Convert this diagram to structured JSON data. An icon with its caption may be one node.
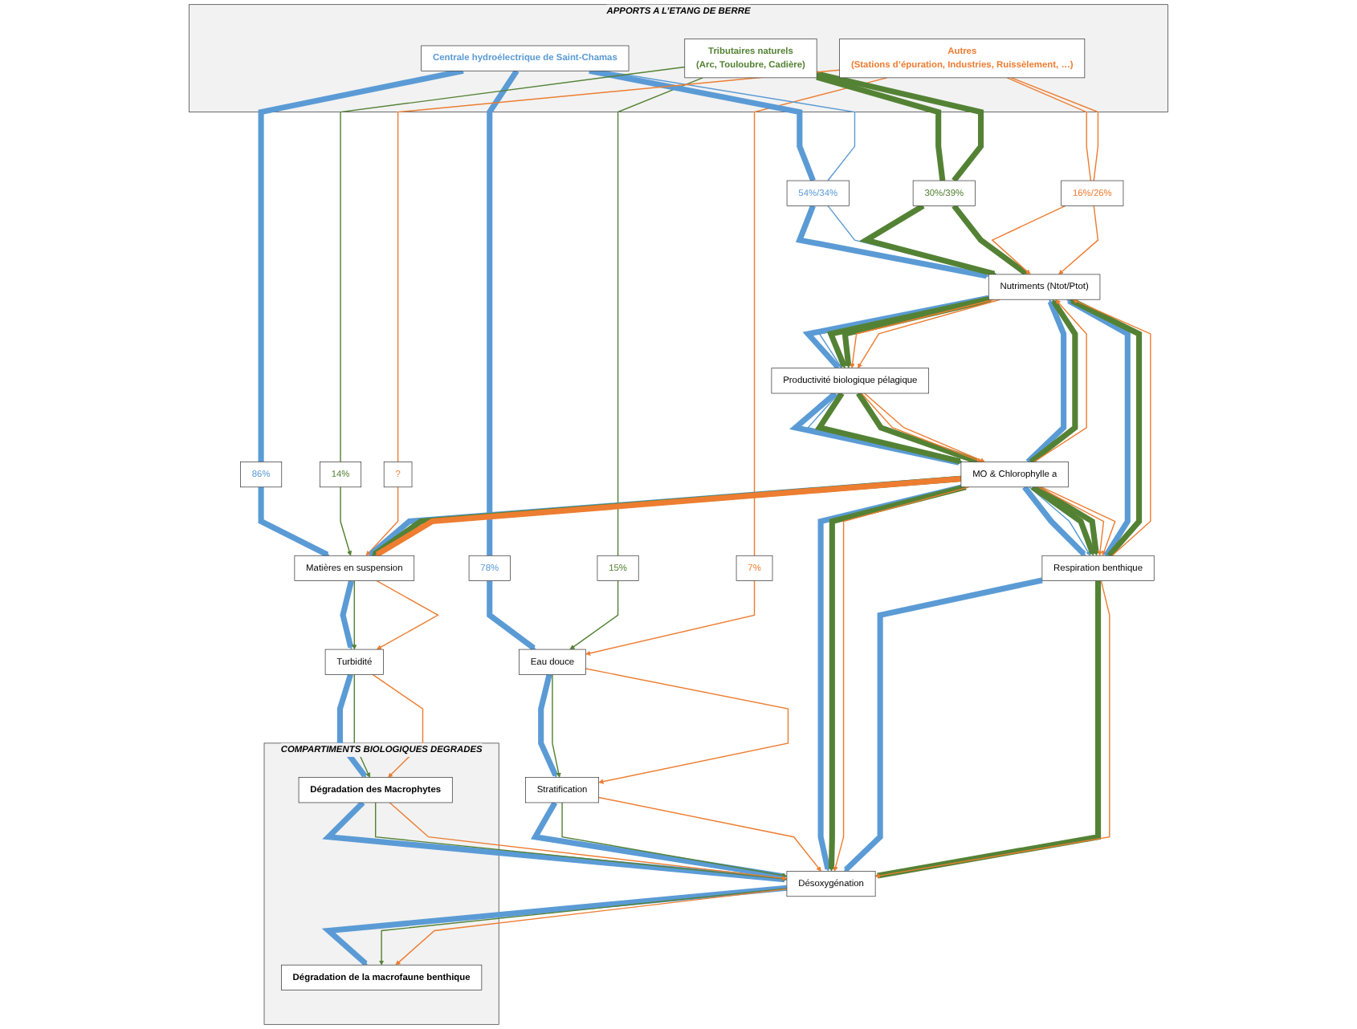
{
  "diagram": {
    "nodes": [
      {
        "text": [
          "APPORTS A L’ETANG DE BERRE"
        ]
      },
      {
        "text": [
          "Centrale hydroélectrique de Saint-Chamas"
        ],
        "in": 0
      },
      {
        "text": [
          "Tributaires naturels",
          "(Arc, Touloubre, Cadière)"
        ],
        "in": 0
      },
      {
        "text": [
          "Autres",
          "(Stations d’épuration, Industries, Ruissèlement, …)"
        ],
        "in": 0
      },
      {
        "text": [
          "78%"
        ]
      },
      {
        "text": [
          "15%"
        ]
      },
      {
        "text": [
          "7%"
        ]
      },
      {
        "text": [
          "54%/34%"
        ]
      },
      {
        "text": [
          "30%/39%"
        ]
      },
      {
        "text": [
          "16%/26%"
        ]
      },
      {
        "text": [
          "86%"
        ]
      },
      {
        "text": [
          "14%"
        ]
      },
      {
        "text": [
          "?"
        ]
      },
      {
        "text": [
          "Eau douce"
        ]
      },
      {
        "text": [
          "Nutriments (Ntot/Ptot)"
        ]
      },
      {
        "text": [
          "Matières en suspension"
        ]
      },
      {
        "text": [
          "Stratification"
        ]
      },
      {
        "text": [
          "Productivité biologique pélagique"
        ]
      },
      {
        "text": [
          "MO & Chlorophylle a"
        ]
      },
      {
        "text": [
          "Turbidité"
        ]
      },
      {
        "text": [
          "Désoxygénation"
        ]
      },
      {
        "text": [
          "Respiration benthique"
        ]
      },
      {
        "text": [
          "COMPARTIMENTS BIOLOGIQUES DEGRADES"
        ]
      },
      {
        "text": [
          "Dégradation de la macrofaune benthique"
        ],
        "in": 22
      },
      {
        "text": [
          "Dégradation des Macrophytes"
        ],
        "in": 22
      }
    ],
    "edges": [
      {
        "from": 1,
        "to": 4,
        "arrow": "none",
        "style": "thick",
        "color": "#5b9bd5"
      },
      {
        "from": 2,
        "to": 5,
        "arrow": "none",
        "color": "#548235"
      },
      {
        "from": 3,
        "to": 6,
        "arrow": "none",
        "color": "#ed7d31"
      },
      {
        "from": 1,
        "to": 7,
        "arrow": "none",
        "style": "thick",
        "color": "#5b9bd5"
      },
      {
        "from": 1,
        "to": 7,
        "arrow": "none",
        "color": "#5b9bd5"
      },
      {
        "from": 2,
        "to": 8,
        "arrow": "none",
        "style": "thick",
        "color": "#548235"
      },
      {
        "from": 2,
        "to": 8,
        "arrow": "none",
        "style": "thick",
        "color": "#548235"
      },
      {
        "from": 3,
        "to": 9,
        "arrow": "none",
        "color": "#ed7d31"
      },
      {
        "from": 3,
        "to": 9,
        "arrow": "none",
        "color": "#ed7d31"
      },
      {
        "from": 1,
        "to": 10,
        "arrow": "none",
        "style": "thick",
        "color": "#5b9bd5"
      },
      {
        "from": 2,
        "to": 11,
        "arrow": "none",
        "color": "#548235"
      },
      {
        "from": 3,
        "to": 12,
        "arrow": "none",
        "color": "#ed7d31"
      },
      {
        "from": 4,
        "to": 13,
        "arrow": "to",
        "style": "thick",
        "color": "#5b9bd5"
      },
      {
        "from": 5,
        "to": 13,
        "arrow": "to",
        "color": "#548235"
      },
      {
        "from": 6,
        "to": 13,
        "arrow": "to",
        "color": "#ed7d31"
      },
      {
        "from": 7,
        "to": 14,
        "arrow": "to",
        "style": "thick",
        "color": "#5b9bd5"
      },
      {
        "from": 7,
        "to": 14,
        "arrow": "to",
        "color": "#5b9bd5"
      },
      {
        "from": 8,
        "to": 14,
        "arrow": "to",
        "style": "thick",
        "color": "#548235"
      },
      {
        "from": 8,
        "to": 14,
        "arrow": "to",
        "style": "thick",
        "color": "#548235"
      },
      {
        "from": 9,
        "to": 14,
        "arrow": "to",
        "color": "#ed7d31"
      },
      {
        "from": 9,
        "to": 14,
        "arrow": "to",
        "color": "#ed7d31"
      },
      {
        "from": 10,
        "to": 15,
        "arrow": "to",
        "style": "thick",
        "color": "#5b9bd5"
      },
      {
        "from": 11,
        "to": 15,
        "arrow": "to",
        "color": "#548235"
      },
      {
        "from": 12,
        "to": 15,
        "arrow": "to",
        "color": "#ed7d31"
      },
      {
        "from": 13,
        "to": 16,
        "arrow": "to",
        "style": "thick",
        "color": "#5b9bd5"
      },
      {
        "from": 13,
        "to": 16,
        "arrow": "to",
        "color": "#548235"
      },
      {
        "from": 13,
        "to": 16,
        "arrow": "to",
        "color": "#ed7d31"
      },
      {
        "from": 16,
        "to": 20,
        "arrow": "to",
        "style": "thick",
        "color": "#5b9bd5"
      },
      {
        "from": 16,
        "to": 20,
        "arrow": "to",
        "color": "#548235"
      },
      {
        "from": 16,
        "to": 20,
        "arrow": "to",
        "color": "#ed7d31"
      },
      {
        "from": 14,
        "to": 17,
        "arrow": "to",
        "style": "thick",
        "color": "#5b9bd5"
      },
      {
        "from": 14,
        "to": 17,
        "arrow": "to",
        "color": "#5b9bd5"
      },
      {
        "from": 14,
        "to": 17,
        "arrow": "to",
        "style": "thick",
        "color": "#548235"
      },
      {
        "from": 14,
        "to": 17,
        "arrow": "to",
        "style": "thick",
        "color": "#548235"
      },
      {
        "from": 14,
        "to": 17,
        "arrow": "to",
        "color": "#ed7d31"
      },
      {
        "from": 14,
        "to": 17,
        "arrow": "to",
        "color": "#ed7d31"
      },
      {
        "from": 17,
        "to": 18,
        "arrow": "to",
        "style": "thick",
        "color": "#5b9bd5"
      },
      {
        "from": 17,
        "to": 18,
        "arrow": "to",
        "color": "#5b9bd5"
      },
      {
        "from": 17,
        "to": 18,
        "arrow": "to",
        "style": "thick",
        "color": "#548235"
      },
      {
        "from": 17,
        "to": 18,
        "arrow": "to",
        "style": "thick",
        "color": "#548235"
      },
      {
        "from": 17,
        "to": 18,
        "arrow": "to",
        "color": "#ed7d31"
      },
      {
        "from": 17,
        "to": 18,
        "arrow": "to",
        "color": "#ed7d31"
      },
      {
        "from": 18,
        "to": 21,
        "arrow": "to",
        "style": "thick",
        "color": "#5b9bd5"
      },
      {
        "from": 18,
        "to": 21,
        "arrow": "to",
        "color": "#5b9bd5"
      },
      {
        "from": 18,
        "to": 21,
        "arrow": "to",
        "style": "thick",
        "color": "#548235"
      },
      {
        "from": 18,
        "to": 21,
        "arrow": "to",
        "style": "thick",
        "color": "#548235"
      },
      {
        "from": 18,
        "to": 21,
        "arrow": "to",
        "color": "#ed7d31"
      },
      {
        "from": 18,
        "to": 21,
        "arrow": "to",
        "color": "#ed7d31"
      },
      {
        "from": 18,
        "to": 15,
        "arrow": "to",
        "style": "thick",
        "color": "#5b9bd5"
      },
      {
        "from": 18,
        "to": 15,
        "arrow": "to",
        "style": "thick",
        "color": "#548235"
      },
      {
        "from": 18,
        "to": 15,
        "arrow": "to",
        "style": "thick",
        "color": "#ed7d31"
      },
      {
        "from": 15,
        "to": 19,
        "arrow": "to",
        "style": "thick",
        "color": "#5b9bd5"
      },
      {
        "from": 15,
        "to": 19,
        "arrow": "to",
        "color": "#548235"
      },
      {
        "from": 15,
        "to": 19,
        "arrow": "to",
        "color": "#ed7d31"
      },
      {
        "from": 18,
        "to": 14,
        "arrow": "to",
        "style": "thick",
        "color": "#5b9bd5"
      },
      {
        "from": 18,
        "to": 14,
        "arrow": "to",
        "style": "thick",
        "color": "#548235"
      },
      {
        "from": 18,
        "to": 14,
        "arrow": "to",
        "color": "#ed7d31"
      },
      {
        "from": 18,
        "to": 20,
        "arrow": "to",
        "style": "thick",
        "color": "#5b9bd5"
      },
      {
        "from": 18,
        "to": 20,
        "arrow": "to",
        "style": "thick",
        "color": "#548235"
      },
      {
        "from": 18,
        "to": 20,
        "arrow": "to",
        "color": "#ed7d31"
      },
      {
        "from": 21,
        "to": 14,
        "arrow": "to",
        "style": "thick",
        "color": "#5b9bd5"
      },
      {
        "from": 21,
        "to": 14,
        "arrow": "to",
        "style": "thick",
        "color": "#548235"
      },
      {
        "from": 21,
        "to": 14,
        "arrow": "to",
        "color": "#ed7d31"
      },
      {
        "from": 21,
        "to": 20,
        "arrow": "to",
        "style": "thick",
        "color": "#5b9bd5"
      },
      {
        "from": 21,
        "to": 20,
        "arrow": "to",
        "style": "thick",
        "color": "#548235"
      },
      {
        "from": 21,
        "to": 20,
        "arrow": "to",
        "color": "#ed7d31"
      },
      {
        "from": 20,
        "to": 23,
        "arrow": "to",
        "style": "thick",
        "color": "#5b9bd5"
      },
      {
        "from": 20,
        "to": 23,
        "arrow": "to",
        "color": "#548235"
      },
      {
        "from": 20,
        "to": 23,
        "arrow": "to",
        "color": "#ed7d31"
      },
      {
        "from": 19,
        "to": 24,
        "arrow": "to",
        "style": "thick",
        "color": "#5b9bd5"
      },
      {
        "from": 19,
        "to": 24,
        "arrow": "to",
        "color": "#548235"
      },
      {
        "from": 19,
        "to": 24,
        "arrow": "to",
        "color": "#ed7d31"
      },
      {
        "from": 24,
        "to": 20,
        "arrow": "to",
        "style": "thick",
        "color": "#5b9bd5"
      },
      {
        "from": 24,
        "to": 20,
        "arrow": "to",
        "color": "#548235"
      },
      {
        "from": 24,
        "to": 20,
        "arrow": "to",
        "color": "#ed7d31"
      }
    ]
  }
}
